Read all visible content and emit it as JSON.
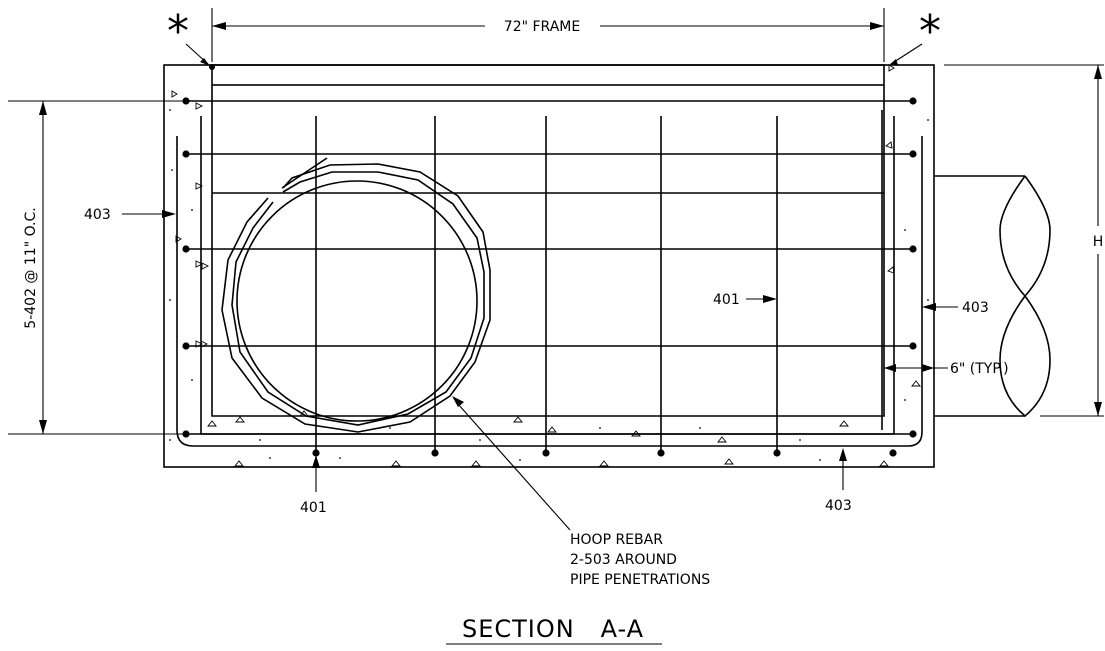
{
  "drawing": {
    "title": "SECTION   A-A",
    "frame_dimension": "72\" FRAME",
    "height_dimension": "H",
    "spacing_label": "5-402 @ 11\" O.C.",
    "star_mark": "*",
    "bar_labels": {
      "left_403": "403",
      "inner_401": "401",
      "right_403": "403",
      "bottom_401": "401",
      "bottom_403": "403"
    },
    "typical_wall": "6\" (TYP.)",
    "hoop_note": {
      "line1": "HOOP REBAR",
      "line2": "2-503 AROUND",
      "line3": "PIPE PENETRATIONS"
    }
  }
}
